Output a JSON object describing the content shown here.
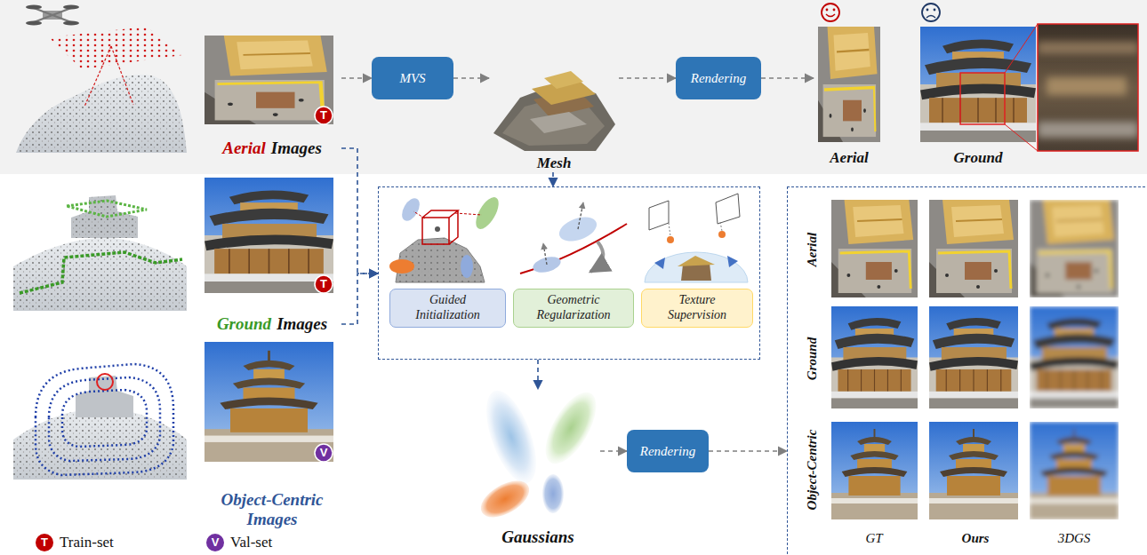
{
  "diagram": {
    "nodes": [
      {
        "text": [
          "Aerial",
          "Images"
        ]
      },
      {
        "text": [
          "MVS"
        ]
      },
      {
        "text": [
          "Mesh"
        ]
      },
      {
        "text": [
          "Rendering"
        ]
      },
      {
        "text": [
          "Aerial"
        ]
      },
      {
        "text": [
          "Ground"
        ]
      },
      {
        "text": [
          "Ground",
          "Images"
        ]
      },
      {
        "text": []
      },
      {
        "text": [
          "Guided Initialization"
        ],
        "in": 7
      },
      {
        "text": [
          "Geometric Regularization"
        ],
        "in": 7
      },
      {
        "text": [
          "Texture Supervision"
        ],
        "in": 7
      },
      {
        "text": [
          "Object-Centric",
          "Images"
        ]
      },
      {
        "text": [
          "Gaussians"
        ]
      },
      {
        "text": [
          "Rendering"
        ]
      },
      {
        "text": [
          "Aerial",
          "Ground",
          "Object-Centric",
          "GT",
          "Ours",
          "3DGS"
        ]
      }
    ],
    "edges": [
      {
        "from": 0,
        "to": 1,
        "arrow": "to"
      },
      {
        "from": 1,
        "to": 2,
        "arrow": "to"
      },
      {
        "from": 2,
        "to": 3,
        "arrow": "to"
      },
      {
        "from": 3,
        "to": 4,
        "arrow": "to"
      },
      {
        "from": 0,
        "to": 7,
        "arrow": "to"
      },
      {
        "from": 6,
        "to": 7,
        "arrow": "to"
      },
      {
        "from": 2,
        "to": 7,
        "arrow": "to"
      },
      {
        "from": 7,
        "to": 12,
        "arrow": "to"
      },
      {
        "from": 12,
        "to": 13,
        "arrow": "to"
      },
      {
        "from": 13,
        "to": 14,
        "arrow": "to"
      }
    ],
    "labels": [
      "T",
      "T",
      "V",
      "T",
      "V"
    ],
    "legend": [
      {
        "text": "Train-set",
        "color": "#c00000"
      },
      {
        "text": "Val-set",
        "color": "#7030a0"
      }
    ]
  }
}
